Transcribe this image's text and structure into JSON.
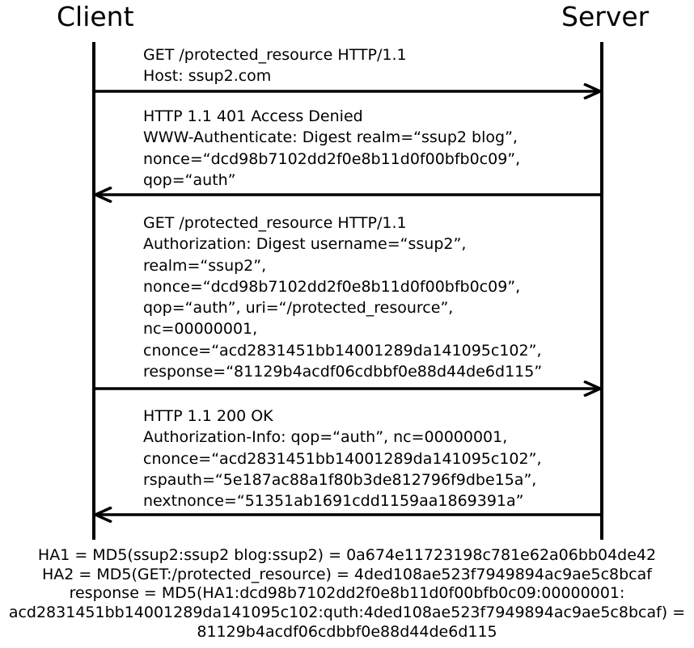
{
  "actors": {
    "client": "Client",
    "server": "Server"
  },
  "messages": [
    {
      "direction": "client-to-server",
      "lines": [
        "GET /protected_resource HTTP/1.1",
        "Host: ssup2.com"
      ]
    },
    {
      "direction": "server-to-client",
      "lines": [
        "HTTP 1.1 401 Access Denied",
        "WWW-Authenticate: Digest realm=“ssup2 blog”,",
        "nonce=“dcd98b7102dd2f0e8b11d0f00bfb0c09”,",
        "qop=“auth”"
      ]
    },
    {
      "direction": "client-to-server",
      "lines": [
        "GET /protected_resource HTTP/1.1",
        "Authorization: Digest username=“ssup2”,",
        "realm=“ssup2”,",
        "nonce=“dcd98b7102dd2f0e8b11d0f00bfb0c09”,",
        "qop=“auth”, uri=“/protected_resource”,",
        "nc=00000001,",
        "cnonce=“acd2831451bb14001289da141095c102”,",
        "response=“81129b4acdf06cdbbf0e88d44de6d115”"
      ]
    },
    {
      "direction": "server-to-client",
      "lines": [
        "HTTP 1.1 200 OK",
        "Authorization-Info: qop=“auth”, nc=00000001,",
        "cnonce=“acd2831451bb14001289da141095c102”,",
        "rspauth=“5e187ac88a1f80b3de812796f9dbe15a”,",
        "nextnonce=“51351ab1691cdd1159aa1869391a”"
      ]
    }
  ],
  "formulas": [
    "HA1 = MD5(ssup2:ssup2 blog:ssup2) = 0a674e11723198c781e62a06bb04de42",
    "HA2 = MD5(GET:/protected_resource) = 4ded108ae523f7949894ac9ae5c8bcaf",
    "response = MD5(HA1:dcd98b7102dd2f0e8b11d0f00bfb0c09:00000001:",
    "acd2831451bb14001289da141095c102:quth:4ded108ae523f7949894ac9ae5c8bcaf) =",
    "81129b4acdf06cdbbf0e88d44de6d115"
  ]
}
